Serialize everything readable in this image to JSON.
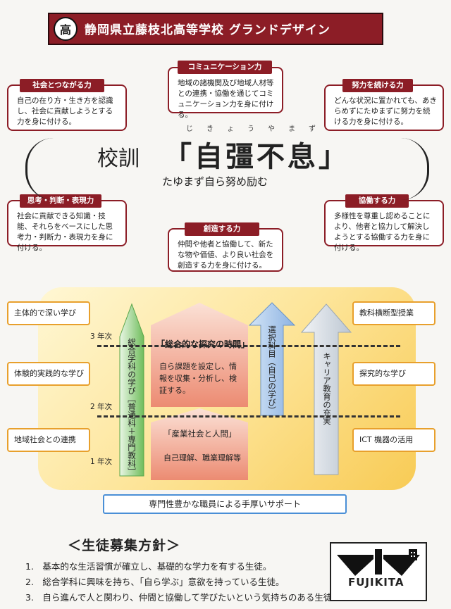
{
  "header": {
    "emblem_char": "高",
    "title": "静岡県立藤枝北高等学校 グランドデザイン"
  },
  "competencies": [
    {
      "label": "社会とつながる力",
      "text": "自己の在り方・生き方を認識し、社会に貢献しようとする力を身に付ける。"
    },
    {
      "label": "コミュニケーション力",
      "text": "地域の諸機関及び地域人材等との連携・協働を通じてコミュニケーション力を身に付ける。"
    },
    {
      "label": "努力を続ける力",
      "text": "どんな状況に置かれても、あきらめずにたゆまずに努力を続ける力を身に付ける。"
    },
    {
      "label": "思考・判断・表現力",
      "text": "社会に貢献できる知識・技能、それらをベースにした思考力・判断力・表現力を身に付ける。"
    },
    {
      "label": "創造する力",
      "text": "仲間や他者と協働して、新たな物や価値、より良い社会を創造する力を身に付ける。"
    },
    {
      "label": "協働する力",
      "text": "多様性を尊重し認めることにより、他者と協力して解決しようとする協働する力を身に付ける。"
    }
  ],
  "motto": {
    "prefix": "校訓",
    "main": "「自彊不息」",
    "ruby": "じきょうやまず",
    "sub": "たゆまず自ら努め励む"
  },
  "learning": {
    "left": [
      "主体的で深い学び",
      "体験的実践的な学び",
      "地域社会との連携"
    ],
    "right": [
      "教科横断型授業",
      "探究的な学び",
      "ICT 機器の活用"
    ],
    "years": [
      "3 年次",
      "2 年次",
      "1 年次"
    ],
    "general_course": "総合学科の学び［普通科＋専門教科］",
    "inquiry_title": "「総合的な探究の時間」",
    "inquiry_text": "自ら課題を設定し、情報を収集・分析し、検証する。",
    "industry_title": "「産業社会と人間」",
    "industry_text": "自己理解、職業理解等",
    "elective": "選択科目（自己の学び）",
    "career": "キャリア教育の充実",
    "support": "専門性豊かな職員による手厚いサポート"
  },
  "policy": {
    "heading": "＜生徒募集方針＞",
    "items": [
      "1.　基本的な生活習慣が確立し、基礎的な学力を有する生徒。",
      "2.　総合学科に興味を持ち、「自ら学ぶ」意欲を持っている生徒。",
      "3.　自ら進んで人と関わり、仲間と協働して学びたいという気持ちのある生徒。"
    ]
  },
  "logo": {
    "text": "FUJIKITA"
  }
}
